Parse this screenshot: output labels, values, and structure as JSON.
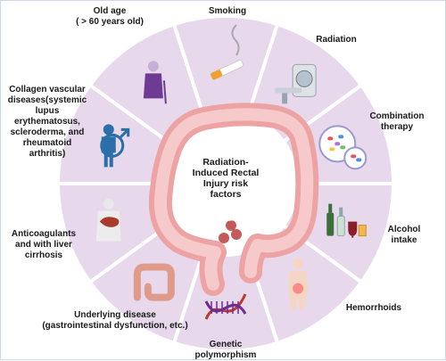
{
  "center": {
    "label": "Radiation-\nInduced Rectal\nInjury risk\nfactors"
  },
  "factors": [
    {
      "key": "smoking",
      "label": "Smoking",
      "icon": "cigarette-icon"
    },
    {
      "key": "radiation",
      "label": "Radiation",
      "icon": "radiation-machine-icon"
    },
    {
      "key": "combination",
      "label": "Combination\ntherapy",
      "icon": "pills-icon"
    },
    {
      "key": "alcohol",
      "label": "Alcohol\nintake",
      "icon": "bottles-icon"
    },
    {
      "key": "hemorrhoids",
      "label": "Hemorrhoids",
      "icon": "body-pelvis-icon"
    },
    {
      "key": "genetic",
      "label": "Genetic\npolymorphism",
      "icon": "dna-icon"
    },
    {
      "key": "underlying",
      "label": "Underlying disease\n(gastrointestinal dysfunction, etc.)",
      "icon": "intestine-icon"
    },
    {
      "key": "anticoag",
      "label": "Anticoagulants\nand with liver\ncirrhosis",
      "icon": "liver-icon"
    },
    {
      "key": "collagen",
      "label": "Collagen vascular\ndiseases(systemic\nlupus\nerythematosus,\nscleroderma, and\nrheumatoid\narthritis)",
      "icon": "male-symbol-icon"
    },
    {
      "key": "oldage",
      "label": "Old age\n( > 60 years old)",
      "icon": "elderly-person-icon"
    }
  ],
  "colors": {
    "ring": "#e7d8ec",
    "ring_line": "#ffffff",
    "center": "#ffffff",
    "colon": "#eda3a3",
    "colon_dark": "#c55a5a"
  }
}
